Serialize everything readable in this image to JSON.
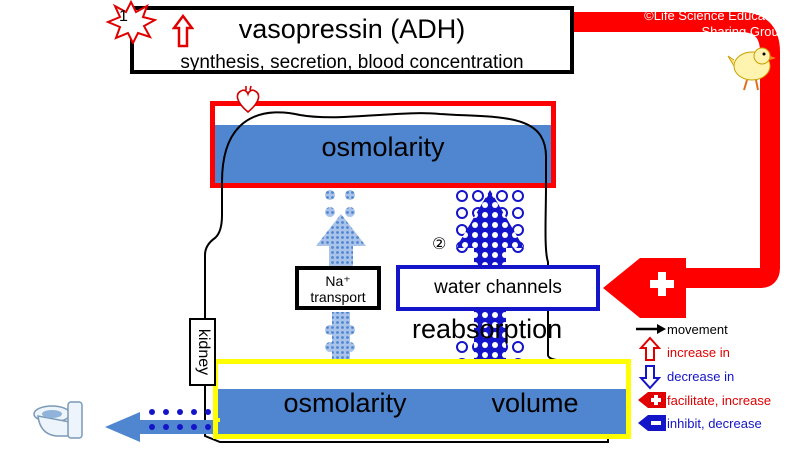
{
  "adh": {
    "number": "1",
    "title": "vasopressin (ADH)",
    "subtitle": "synthesis, secretion, blood concentration"
  },
  "copyright": {
    "line1": "©Life Science Education",
    "line2": "Sharing Group"
  },
  "plasma": {
    "label": "osmolarity"
  },
  "kidney": {
    "label": "kidney"
  },
  "transport": {
    "na_line1": "Na⁺",
    "na_line2": "transport",
    "water_channels": "water channels",
    "reabsorption": "reabsorption",
    "number": "②"
  },
  "urine": {
    "osmolarity": "osmolarity",
    "volume": "volume"
  },
  "legend": {
    "movement": "movement",
    "increase": "increase in",
    "decrease": "decrease in",
    "facilitate": "facilitate, increase",
    "inhibit": "inhibit, decrease"
  },
  "colors": {
    "red": "#ff0000",
    "blue": "#1414c8",
    "band": "#4f86cf",
    "yellow": "#ffff00"
  }
}
